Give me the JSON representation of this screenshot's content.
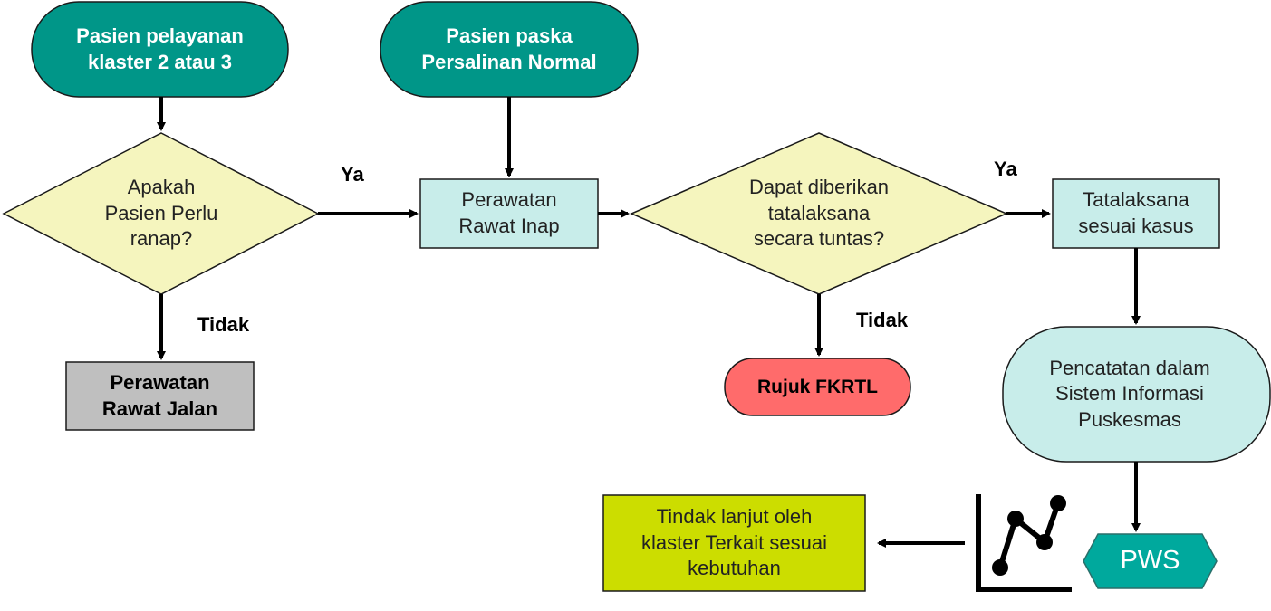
{
  "colors": {
    "terminal_teal": "#009688",
    "decision_yellow": "#F5F5BE",
    "process_light_cyan": "#C8EDEA",
    "outpatient_gray": "#BFBFBF",
    "refer_red": "#FF6B6B",
    "followup_lime": "#CCDD00",
    "pws_teal": "#00A99D",
    "line": "#000000"
  },
  "nodes": {
    "patient_cluster": "Pasien pelayanan\nklaster 2 atau 3",
    "patient_postpartum": "Pasien paska\nPersalinan Normal",
    "decision_admit": "Apakah\nPasien Perlu\nranap?",
    "inpatient_care": "Perawatan\nRawat Inap",
    "outpatient_care": "Perawatan\nRawat Jalan",
    "decision_treat": "Dapat diberikan\ntatalaksana\nsecara tuntas?",
    "refer": "Rujuk FKRTL",
    "case_management": "Tatalaksana\nsesuai kasus",
    "record_sip": "Pencatatan  dalam\nSistem Informasi\nPuskesmas",
    "pws": "PWS",
    "follow_up": "Tindak lanjut oleh\nklaster Terkait sesuai\nkebutuhan"
  },
  "edge_labels": {
    "admit_yes": "Ya",
    "admit_no": "Tidak",
    "treat_yes": "Ya",
    "treat_no": "Tidak"
  },
  "icons": {
    "chart": "line-chart-icon"
  }
}
